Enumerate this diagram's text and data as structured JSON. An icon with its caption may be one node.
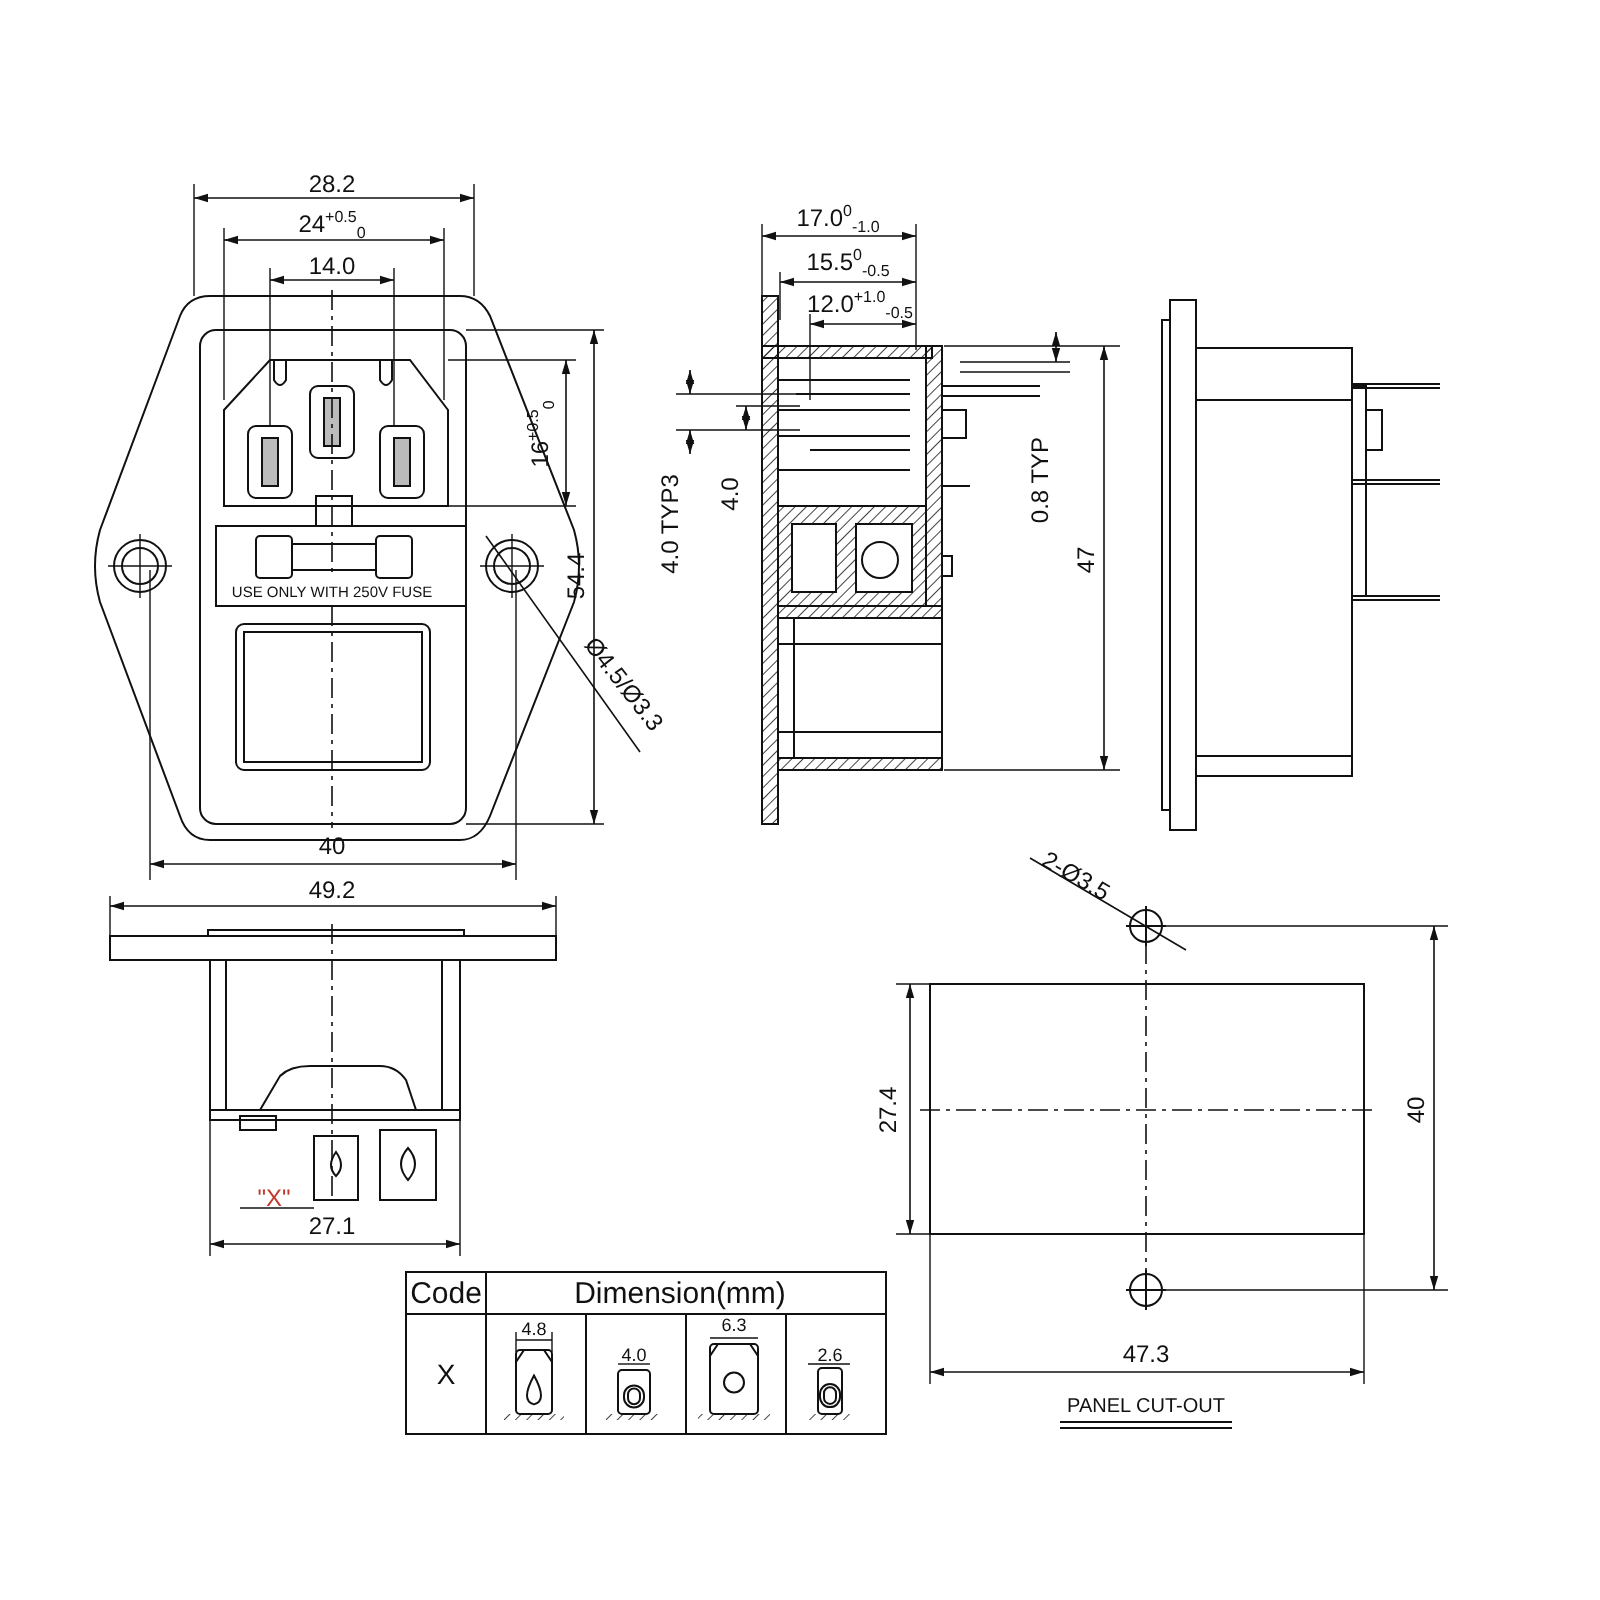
{
  "diagram": {
    "labels": [
      "28.2",
      "24$^{+0.5}$$_{0}$",
      "14.0",
      "17.0$^{0}$$_{-1.0}$",
      "15.5$^{0}$$_{-0.5}$",
      "12.0$^{+1.0}$$_{-0.5}$",
      "16$^{+0.5}$$_{0}$",
      "4.0 TYP3",
      "4.0",
      "0.8 TYP",
      "47",
      "USE ONLY WITH 250V FUSE",
      "54.4",
      "Ø4.5/Ø3.3",
      "40",
      "49.2",
      "2-Ø3.5",
      "27.4",
      "40",
      "\"X\"",
      "27.1",
      "Code",
      "Dimension(mm)",
      "X",
      "4.8",
      "4.0",
      "6.3",
      "2.6",
      "47.3",
      "PANEL CUT-OUT"
    ]
  }
}
